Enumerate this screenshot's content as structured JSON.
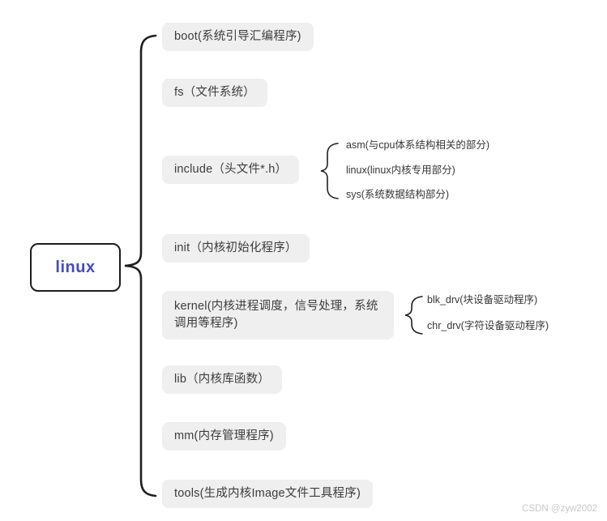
{
  "diagram": {
    "title": "linux kernel source tree mind map",
    "root": {
      "label": "linux"
    },
    "branches": [
      {
        "id": "boot",
        "label": "boot(系统引导汇编程序)",
        "children": []
      },
      {
        "id": "fs",
        "label": "fs（文件系统）",
        "children": []
      },
      {
        "id": "include",
        "label": "include（头文件*.h）",
        "children": [
          "asm(与cpu体系结构相关的部分)",
          "linux(linux内核专用部分)",
          "sys(系统数据结构部分)"
        ]
      },
      {
        "id": "init",
        "label": "init（内核初始化程序）",
        "children": []
      },
      {
        "id": "kernel",
        "label": "kernel(内核进程调度，信号处理，系统调用等程序)",
        "children": [
          "blk_drv(块设备驱动程序)",
          "chr_drv(字符设备驱动程序)"
        ]
      },
      {
        "id": "lib",
        "label": "lib（内核库函数）",
        "children": []
      },
      {
        "id": "mm",
        "label": "mm(内存管理程序)",
        "children": []
      },
      {
        "id": "tools",
        "label": "tools(生成内核Image文件工具程序)",
        "children": []
      }
    ]
  },
  "watermark": "CSDN @zyw2002",
  "colors": {
    "canvas": "#ffffff",
    "node_bg": "#efefef",
    "node_text": "#3c3c3c",
    "root_text": "#4449c8",
    "root_border": "#1c1c1c",
    "connector": "#1f1f1f",
    "watermark": "#c8c8c8"
  }
}
